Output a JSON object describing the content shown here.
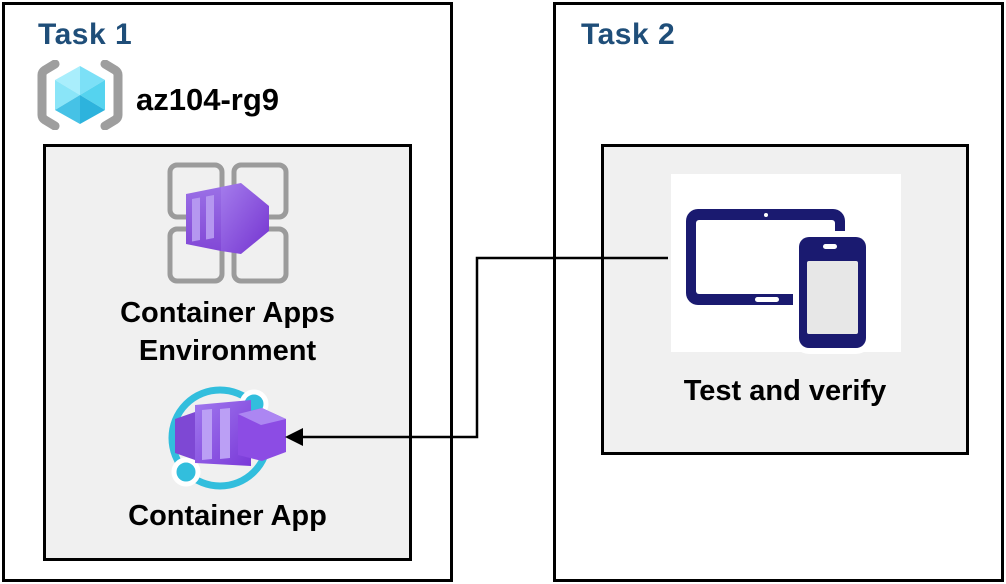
{
  "task1": {
    "title": "Task 1",
    "resource_group_name": "az104-rg9",
    "environment_label": [
      "Container Apps",
      "Environment"
    ],
    "container_app_label": "Container App"
  },
  "task2": {
    "title": "Task 2",
    "test_label": "Test and verify"
  },
  "icons": {
    "resource_group": "azure-resource-group-icon",
    "environment": "container-apps-environment-icon",
    "container_app": "container-app-icon",
    "devices": "tablet-and-phone-icon",
    "connector": "left-arrow-connector"
  },
  "colors": {
    "task_title": "#1F4E79",
    "panel_background": "#F0F0F0",
    "box_border": "#000000",
    "devices_navy": "#1A1A70",
    "app_cyan": "#32BEDD",
    "app_purple": "#8B5CE6",
    "bracket_gray": "#9E9E9E",
    "label_text": "#000000"
  }
}
